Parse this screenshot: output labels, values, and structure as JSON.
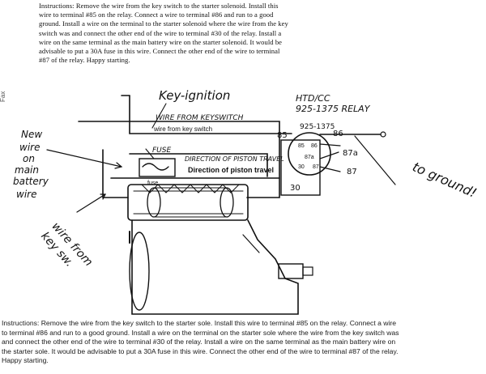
{
  "instructions_top": "Instructions: Remove the wire from the key switch to the starter solenoid. Install this\nwire to terminal #85 on the relay. Connect a wire to terminal #86 and run to a good\nground. Install a wire on the terminal to the starter solenoid where the wire from the key\nswitch was and connect the other end of the wire to terminal #30 of the relay. Install a\nwire on the same terminal as the main battery wire on the starter solenoid. It would be\nadvisable to put a 30A fuse in this wire. Connect the other end of the wire to terminal\n#87 of the relay. Happy starting.",
  "instructions_bottom": "Instructions: Remove the wire from the key switch to the starter sole. Install this wire to terminal #85 on the relay. Connect a wire\nto terminal #86 and run to a good ground. Install a wire on the terminal on the starter sole where the wire from the key switch was\nand connect the other end of the wire to terminal #30 of the relay. Install a wire on the same terminal as the main battery wire on\nthe starter sole. It would be advisable to put a 30A fuse in this wire. Connect the other end of the wire to terminal #87 of the relay.\nHappy starting.",
  "margin_mark": "Fax",
  "labels": {
    "key_ignition": "Key-ignition",
    "relay_model": "HTD/CC\n925-1375 RELAY",
    "wire_from_keyswitch_hand": "WIRE FROM KEYSWITCH",
    "wire_from_key_switch": "wire from key switch",
    "fuse": "FUSE",
    "direction_hand": "DIRECTION OF PISTON TRAVEL",
    "direction_print": "Direction of piston travel",
    "fuse_print": "fuse",
    "new_wire": "New\nwire\non\nmain\nbattery\nwire",
    "wire_from_key_sw": "wire from\nkey sw.",
    "to_ground": "to ground!",
    "relay_part": "925-1375",
    "t85": "85",
    "t86": "86",
    "t87a": "87a",
    "t87": "87",
    "t30": "30",
    "t85_small": "85",
    "t86_small": "86",
    "t87a_small": "87a",
    "t30_small": "30",
    "t87_small": "87"
  }
}
